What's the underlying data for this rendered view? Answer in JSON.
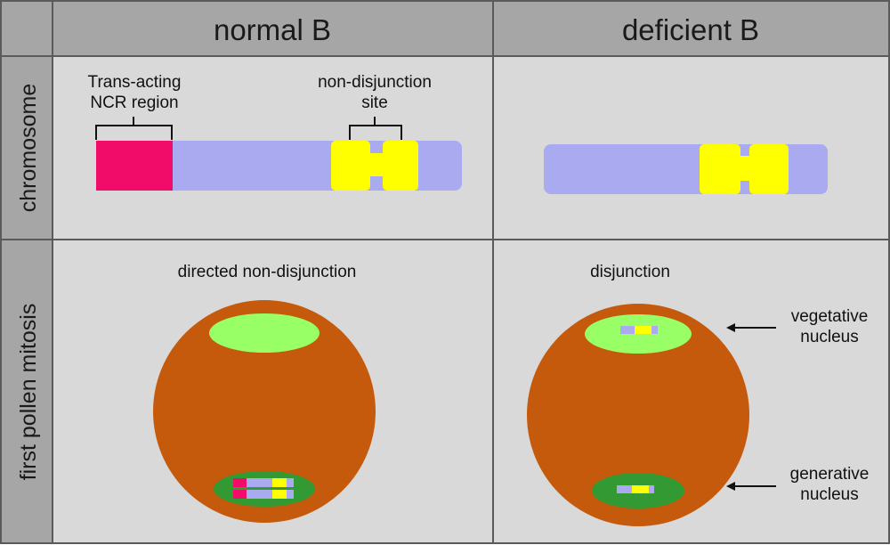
{
  "columns": {
    "normal": "normal B",
    "deficient": "deficient B"
  },
  "rows": {
    "chromosome": "chromosome",
    "mitosis": "first pollen mitosis"
  },
  "labels": {
    "ncr_line1": "Trans-acting",
    "ncr_line2": "NCR region",
    "nd_line1": "non-disjunction",
    "nd_line2": "site",
    "directed": "directed non-disjunction",
    "disjunction": "disjunction",
    "veg_line1": "vegetative",
    "veg_line2": "nucleus",
    "gen_line1": "generative",
    "gen_line2": "nucleus"
  },
  "colors": {
    "header_bg": "#a6a6a6",
    "cell_bg": "#d9d9d9",
    "grid": "#5a5a5a",
    "chromosome_body": "#aaaaf0",
    "ncr_region": "#f20c6a",
    "nd_site": "#ffff00",
    "pollen": "#c55a0c",
    "vegetative_nucleus": "#99ff66",
    "generative_nucleus": "#339933"
  }
}
